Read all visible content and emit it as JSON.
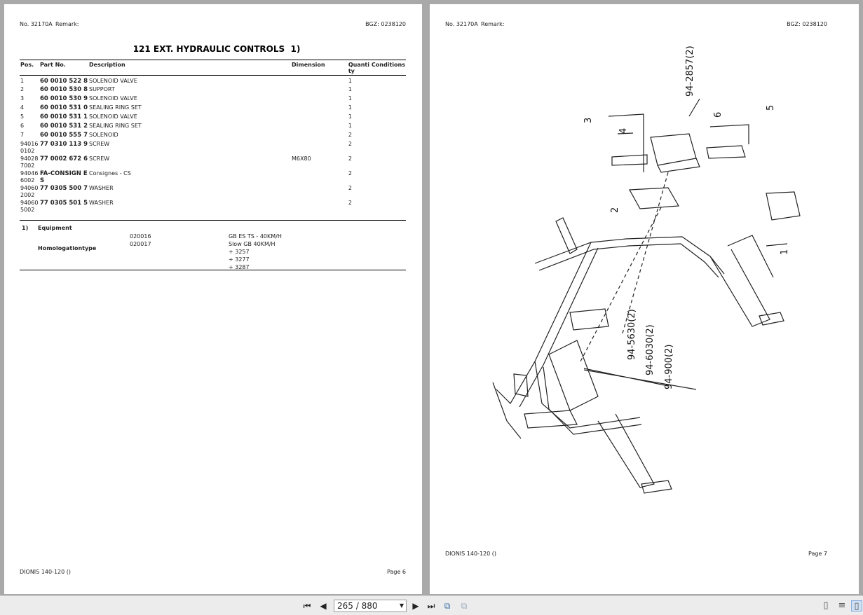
{
  "left_page": {
    "doc_no": "No. 32170A",
    "remark": "Remark:",
    "bgz": "BGZ: 0238120",
    "title": "121 EXT. HYDRAULIC CONTROLS  1)",
    "columns": {
      "pos": "Pos.",
      "part_no": "Part No.",
      "description": "Description",
      "dimension": "Dimension",
      "quantity": "Quanti ty",
      "conditions": "Conditions"
    },
    "rows": [
      {
        "pos": "1",
        "part_no": "60 0010 522 8",
        "description": "SOLENOID VALVE",
        "dimension": "",
        "qty": "1"
      },
      {
        "pos": "2",
        "part_no": "60 0010 530 8",
        "description": "SUPPORT",
        "dimension": "",
        "qty": "1"
      },
      {
        "pos": "3",
        "part_no": "60 0010 530 9",
        "description": "SOLENOID VALVE",
        "dimension": "",
        "qty": "1"
      },
      {
        "pos": "4",
        "part_no": "60 0010 531 0",
        "description": "SEALING RING SET",
        "dimension": "",
        "qty": "1"
      },
      {
        "pos": "5",
        "part_no": "60 0010 531 1",
        "description": "SOLENOID VALVE",
        "dimension": "",
        "qty": "1"
      },
      {
        "pos": "6",
        "part_no": "60 0010 531 2",
        "description": "SEALING RING SET",
        "dimension": "",
        "qty": "1"
      },
      {
        "pos": "7",
        "part_no": "60 0010 555 7",
        "description": "SOLENOID",
        "dimension": "",
        "qty": "2"
      },
      {
        "pos": "94016 0102",
        "part_no": "77 0310 113 9",
        "description": "SCREW",
        "dimension": "",
        "qty": "2"
      },
      {
        "pos": "94028 7002",
        "part_no": "77 0002 672 6",
        "description": "SCREW",
        "dimension": "M6X80",
        "qty": "2"
      },
      {
        "pos": "94046 6002",
        "part_no": "FA-CONSIGN ES",
        "description": "Consignes - CS",
        "dimension": "",
        "qty": "2"
      },
      {
        "pos": "94060 2002",
        "part_no": "77 0305 500 7",
        "description": "WASHER",
        "dimension": "",
        "qty": "2"
      },
      {
        "pos": "94060 5002",
        "part_no": "77 0305 501 5",
        "description": "WASHER",
        "dimension": "",
        "qty": "2"
      }
    ],
    "footnote": {
      "number": "1)",
      "equipment_label": "Equipment",
      "homologation_label": "Homologationtype",
      "code_1": "020016",
      "code_2": "020017",
      "value_1": "GB ES TS - 40KM/H",
      "value_2": "Slow GB 40KM/H",
      "value_3": "+ 3257",
      "value_4": "+ 3277",
      "value_5": "+ 3287"
    },
    "footer_model": "DIONIS 140-120 ()",
    "footer_page": "Page 6"
  },
  "right_page": {
    "doc_no": "No. 32170A",
    "remark": "Remark:",
    "bgz": "BGZ: 0238120",
    "callouts": {
      "c1": "1",
      "c2": "2",
      "c3": "3",
      "c4": "4",
      "c5": "5",
      "c6": "6",
      "ref_2857": "94-2857(2)",
      "ref_5630": "94-5630(2)",
      "ref_6030": "94-6030(2)",
      "ref_900": "94-900(2)"
    },
    "footer_model": "DIONIS 140-120 ()",
    "footer_page": "Page 7"
  },
  "toolbar": {
    "page_indicator": "265 / 880",
    "icons": [
      "first-page-icon",
      "prev-page-icon",
      "next-page-icon",
      "last-page-icon",
      "rotate-icon",
      "fit-icon",
      "single-page-view-icon",
      "continuous-view-icon",
      "two-page-view-icon"
    ]
  }
}
